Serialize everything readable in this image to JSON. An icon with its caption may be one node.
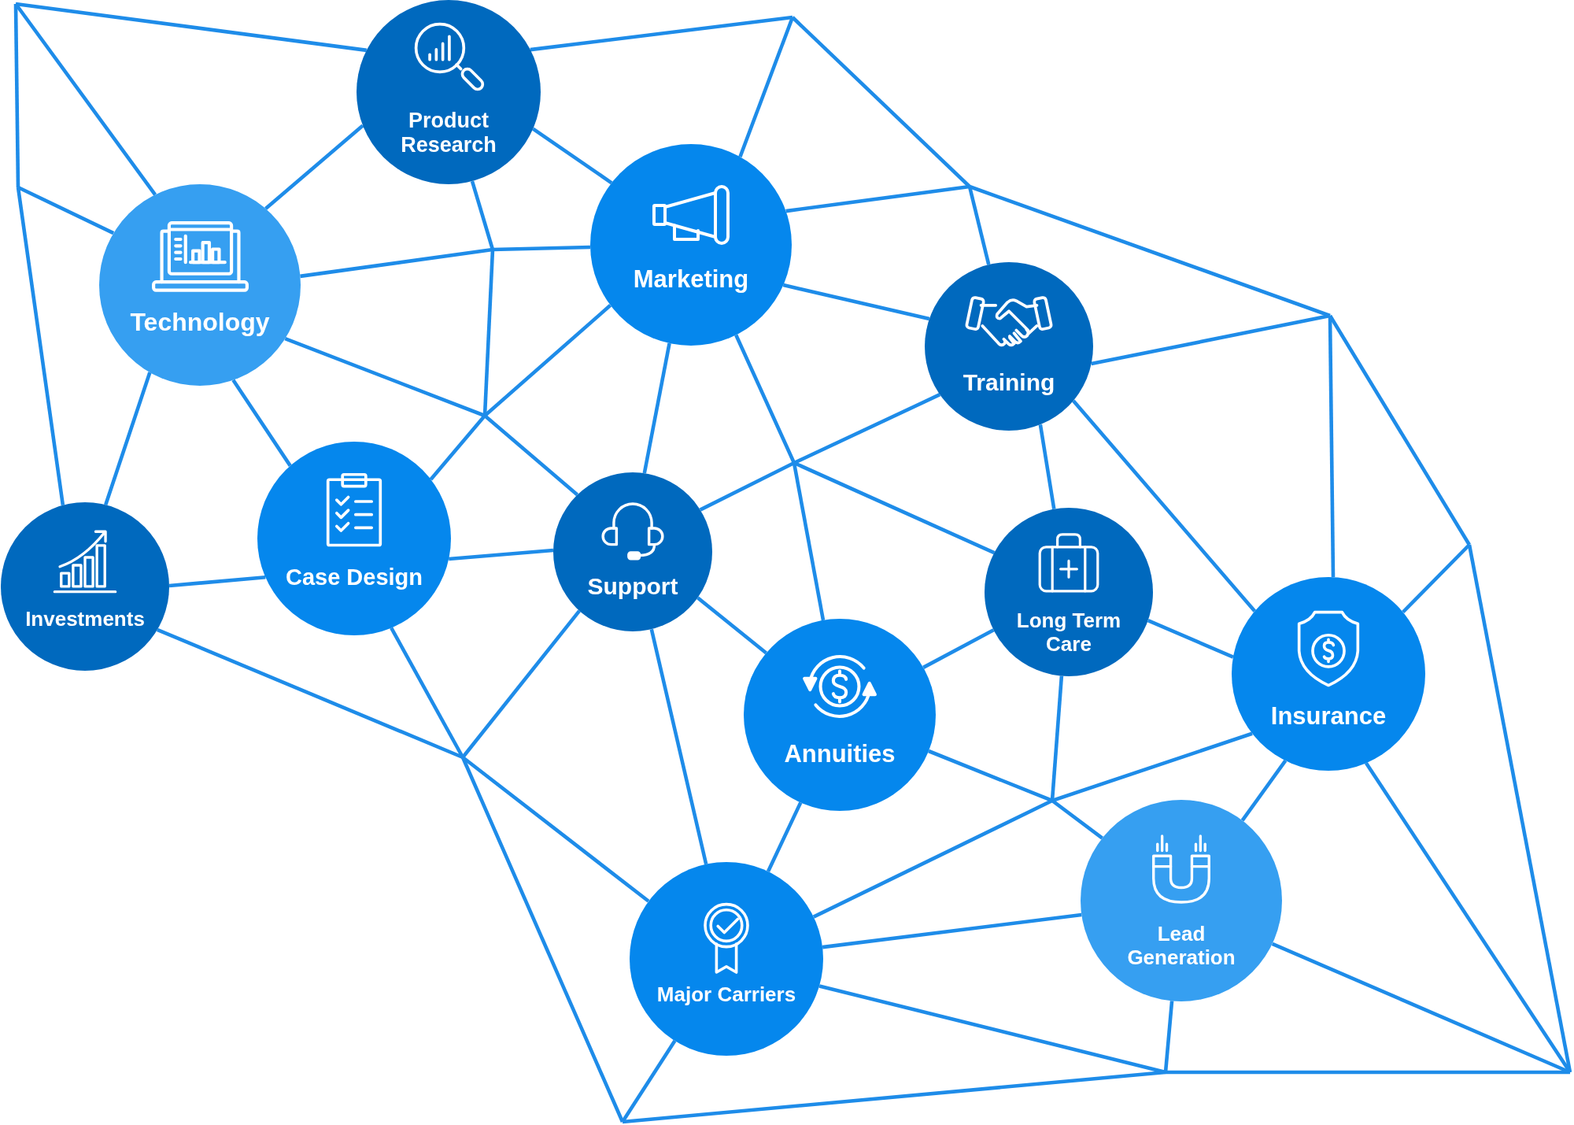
{
  "diagram": {
    "nodes": [
      {
        "text": [
          "Product Research"
        ]
      },
      {
        "text": [
          "Technology"
        ]
      },
      {
        "text": [
          "Marketing"
        ]
      },
      {
        "text": [
          "Training"
        ]
      },
      {
        "text": [
          "Investments"
        ]
      },
      {
        "text": [
          "Case Design"
        ]
      },
      {
        "text": [
          "Support"
        ]
      },
      {
        "text": [
          "Long Term Care"
        ]
      },
      {
        "text": [
          "Annuities"
        ]
      },
      {
        "text": [
          "Insurance"
        ]
      },
      {
        "text": [
          "Major Carriers"
        ]
      },
      {
        "text": [
          "Lead Generation"
        ]
      }
    ],
    "edges": [
      {
        "from": null,
        "to": 0,
        "arrow": "none"
      },
      {
        "from": null,
        "to": 1,
        "arrow": "none"
      },
      {
        "from": null,
        "to": 1,
        "arrow": "none"
      },
      {
        "from": null,
        "to": 4,
        "arrow": "none"
      },
      {
        "from": 0,
        "to": null,
        "arrow": "none"
      },
      {
        "from": 0,
        "to": 1,
        "arrow": "none"
      },
      {
        "from": 0,
        "to": 2,
        "arrow": "none"
      },
      {
        "from": 0,
        "to": null,
        "arrow": "none"
      },
      {
        "from": null,
        "to": 2,
        "arrow": "none"
      },
      {
        "from": null,
        "to": 1,
        "arrow": "none"
      },
      {
        "from": null,
        "to": 2,
        "arrow": "none"
      },
      {
        "from": 1,
        "to": null,
        "arrow": "none"
      },
      {
        "from": 1,
        "to": 4,
        "arrow": "none"
      },
      {
        "from": 1,
        "to": 5,
        "arrow": "none"
      },
      {
        "from": 2,
        "to": null,
        "arrow": "none"
      },
      {
        "from": 2,
        "to": 3,
        "arrow": "none"
      },
      {
        "from": 2,
        "to": null,
        "arrow": "none"
      },
      {
        "from": 2,
        "to": 6,
        "arrow": "none"
      },
      {
        "from": 2,
        "to": null,
        "arrow": "none"
      },
      {
        "from": null,
        "to": 3,
        "arrow": "none"
      },
      {
        "from": 3,
        "to": null,
        "arrow": "none"
      },
      {
        "from": 3,
        "to": null,
        "arrow": "none"
      },
      {
        "from": 3,
        "to": 7,
        "arrow": "none"
      },
      {
        "from": 3,
        "to": 9,
        "arrow": "none"
      },
      {
        "from": null,
        "to": 9,
        "arrow": "none"
      },
      {
        "from": null,
        "to": 9,
        "arrow": "none"
      },
      {
        "from": null,
        "to": 5,
        "arrow": "none"
      },
      {
        "from": null,
        "to": 6,
        "arrow": "none"
      },
      {
        "from": null,
        "to": 6,
        "arrow": "none"
      },
      {
        "from": null,
        "to": 8,
        "arrow": "none"
      },
      {
        "from": null,
        "to": 7,
        "arrow": "none"
      },
      {
        "from": 4,
        "to": 5,
        "arrow": "none"
      },
      {
        "from": 4,
        "to": null,
        "arrow": "none"
      },
      {
        "from": 5,
        "to": 6,
        "arrow": "none"
      },
      {
        "from": 5,
        "to": null,
        "arrow": "none"
      },
      {
        "from": 6,
        "to": null,
        "arrow": "none"
      },
      {
        "from": 6,
        "to": 8,
        "arrow": "none"
      },
      {
        "from": 6,
        "to": 10,
        "arrow": "none"
      },
      {
        "from": 7,
        "to": 8,
        "arrow": "none"
      },
      {
        "from": 7,
        "to": 9,
        "arrow": "none"
      },
      {
        "from": 7,
        "to": null,
        "arrow": "none"
      },
      {
        "from": 8,
        "to": null,
        "arrow": "none"
      },
      {
        "from": 8,
        "to": 10,
        "arrow": "none"
      },
      {
        "from": 9,
        "to": null,
        "arrow": "none"
      },
      {
        "from": 9,
        "to": 11,
        "arrow": "none"
      },
      {
        "from": 9,
        "to": null,
        "arrow": "none"
      },
      {
        "from": null,
        "to": 11,
        "arrow": "none"
      },
      {
        "from": null,
        "to": 10,
        "arrow": "none"
      },
      {
        "from": null,
        "to": 10,
        "arrow": "none"
      },
      {
        "from": 10,
        "to": 11,
        "arrow": "none"
      },
      {
        "from": 10,
        "to": null,
        "arrow": "none"
      },
      {
        "from": 10,
        "to": null,
        "arrow": "none"
      },
      {
        "from": 11,
        "to": null,
        "arrow": "none"
      },
      {
        "from": 11,
        "to": null,
        "arrow": "none"
      }
    ]
  }
}
